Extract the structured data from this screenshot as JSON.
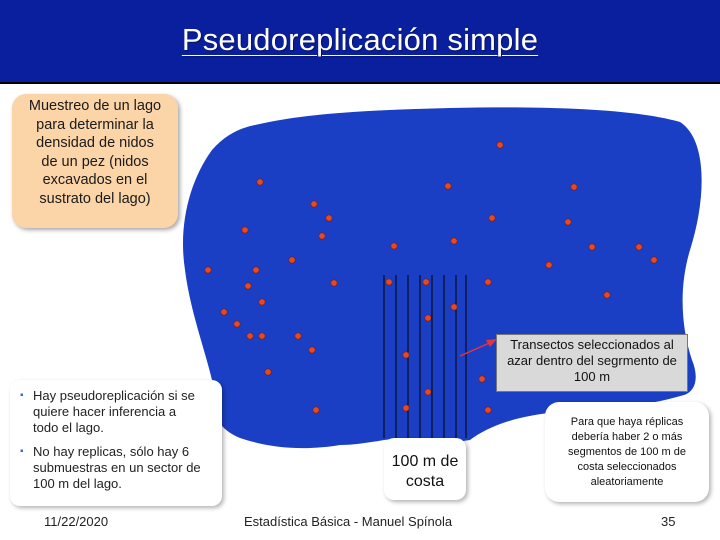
{
  "slide": {
    "title": "Pseudoreplicación simple",
    "lake_box_lines": [
      "Muestreo de un lago",
      "para determinar la",
      "densidad de nidos",
      "de un pez (nidos",
      "excavados en el",
      "sustrato del lago)"
    ],
    "transect_box_lines": [
      "Transectos seleccionados al",
      "azar dentro del segrmento de",
      "100 m"
    ],
    "bullets": [
      {
        "lines": [
          "Hay pseudoreplicación si se",
          "quiere hacer inferencia a",
          "todo el lago."
        ]
      },
      {
        "lines": [
          "No hay replicas, sólo hay 6",
          "submuestras en un sector de",
          "100 m del lago."
        ]
      }
    ],
    "shore_box_lines": [
      "100 m de",
      "costa"
    ],
    "replicas_box_lines": [
      "Para que haya réplicas",
      "debería haber 2 o más",
      "segmentos de 100 m de",
      "costa seleccionados",
      "aleatoriamente"
    ],
    "footer": {
      "date": "11/22/2020",
      "center": "Estadística Básica - Manuel Spínola",
      "page": "35"
    }
  },
  "colors": {
    "title_bg": "#0a1f9e",
    "lake": "#1b3fc4",
    "nest": "#e04a2a",
    "arrow": "#e8333a",
    "lake_box": "#fbd4a8",
    "transect_box": "#d9d9d9"
  },
  "icons": {
    "nest": "red-dot",
    "arrow": "arrow"
  }
}
